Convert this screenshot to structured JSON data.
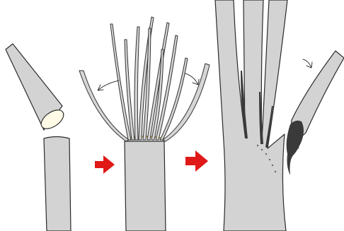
{
  "figure": {
    "stages": [
      "cut-branch",
      "new-shoots",
      "mature-growth"
    ],
    "colors": {
      "bark": "#d3d3d3",
      "outline": "#2b2b2b",
      "cut_face": "#fffbe6",
      "arrow": "#e01818",
      "background": "#ffffff"
    },
    "transition_arrows": 2
  }
}
